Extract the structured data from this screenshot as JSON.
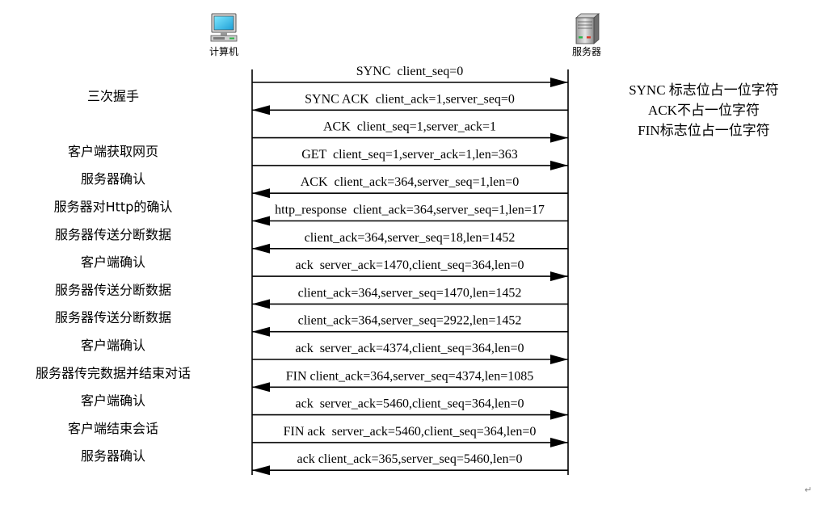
{
  "participants": {
    "client": {
      "label": "计算机",
      "icon": "computer-icon"
    },
    "server": {
      "label": "服务器",
      "icon": "server-icon"
    }
  },
  "messages": [
    {
      "text": "SYNC  client_seq=0",
      "direction": "to-server",
      "phase": ""
    },
    {
      "text": "SYNC ACK  client_ack=1,server_seq=0",
      "direction": "to-client",
      "phase": "三次握手"
    },
    {
      "text": "ACK  client_seq=1,server_ack=1",
      "direction": "to-server",
      "phase": ""
    },
    {
      "text": "GET  client_seq=1,server_ack=1,len=363",
      "direction": "to-server",
      "phase": "客户端获取网页"
    },
    {
      "text": "ACK  client_ack=364,server_seq=1,len=0",
      "direction": "to-client",
      "phase": "服务器确认"
    },
    {
      "text": "http_response  client_ack=364,server_seq=1,len=17",
      "direction": "to-client",
      "phase": "服务器对Http的确认"
    },
    {
      "text": "client_ack=364,server_seq=18,len=1452",
      "direction": "to-client",
      "phase": "服务器传送分断数据"
    },
    {
      "text": "ack  server_ack=1470,client_seq=364,len=0",
      "direction": "to-server",
      "phase": "客户端确认"
    },
    {
      "text": "client_ack=364,server_seq=1470,len=1452",
      "direction": "to-client",
      "phase": "服务器传送分断数据"
    },
    {
      "text": "client_ack=364,server_seq=2922,len=1452",
      "direction": "to-client",
      "phase": "服务器传送分断数据"
    },
    {
      "text": "ack  server_ack=4374,client_seq=364,len=0",
      "direction": "to-server",
      "phase": "客户端确认"
    },
    {
      "text": "FIN client_ack=364,server_seq=4374,len=1085",
      "direction": "to-client",
      "phase": "服务器传完数据并结束对话"
    },
    {
      "text": "ack  server_ack=5460,client_seq=364,len=0",
      "direction": "to-server",
      "phase": "客户端确认"
    },
    {
      "text": "FIN ack  server_ack=5460,client_seq=364,len=0",
      "direction": "to-server",
      "phase": "客户端结束会话"
    },
    {
      "text": "ack client_ack=365,server_seq=5460,len=0",
      "direction": "to-client",
      "phase": "服务器确认"
    }
  ],
  "notes": [
    "SYNC 标志位占一位字符",
    "ACK不占一位字符",
    "FIN标志位占一位字符"
  ],
  "paragraph_mark": "↵",
  "colors": {
    "line": "#000000",
    "text": "#000000"
  }
}
